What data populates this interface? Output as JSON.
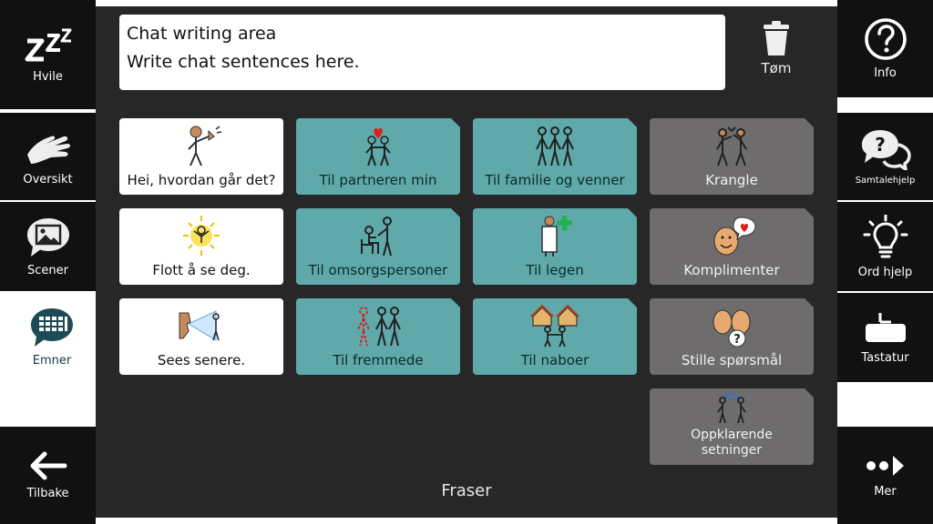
{
  "left_nav": [
    {
      "id": "hvile",
      "label": "Hvile",
      "icon": "sleep-zzz-icon"
    },
    {
      "id": "oversikt",
      "label": "Oversikt",
      "icon": "hand-icon"
    },
    {
      "id": "scener",
      "label": "Scener",
      "icon": "scene-image-icon"
    },
    {
      "id": "emner",
      "label": "Emner",
      "icon": "keyboard-bubble-icon",
      "active": true
    }
  ],
  "back": {
    "label": "Tilbake",
    "icon": "arrow-left-icon"
  },
  "right_nav": [
    {
      "id": "info",
      "label": "Info",
      "icon": "question-circle-icon"
    },
    {
      "id": "samtalehjelp",
      "label": "Samtalehjelp",
      "icon": "chat-question-icon"
    },
    {
      "id": "ordhjelp",
      "label": "Ord hjelp",
      "icon": "lightbulb-icon"
    },
    {
      "id": "tastatur",
      "label": "Tastatur",
      "icon": "keyboard-icon"
    }
  ],
  "more": {
    "label": "Mer",
    "icon": "more-arrow-icon"
  },
  "chat": {
    "line1": "Chat writing area",
    "line2": "Write chat sentences here."
  },
  "clear": {
    "label": "Tøm",
    "icon": "trash-icon"
  },
  "tiles": [
    {
      "label": "Hei, hvordan går det?",
      "style": "white",
      "icon": "waving-person-icon"
    },
    {
      "label": "Til partneren min",
      "style": "teal",
      "icon": "couple-heart-icon"
    },
    {
      "label": "Til familie og venner",
      "style": "teal",
      "icon": "group-people-icon"
    },
    {
      "label": "Krangle",
      "style": "gray",
      "icon": "arguing-people-icon"
    },
    {
      "label": "Flott å se deg.",
      "style": "white",
      "icon": "happy-shine-icon"
    },
    {
      "label": "Til  omsorgspersoner",
      "style": "teal",
      "icon": "caregiver-icon"
    },
    {
      "label": "Til legen",
      "style": "teal",
      "icon": "doctor-icon"
    },
    {
      "label": "Komplimenter",
      "style": "gray",
      "icon": "compliment-heart-icon"
    },
    {
      "label": "Sees senere.",
      "style": "white",
      "icon": "look-person-icon"
    },
    {
      "label": "Til fremmede",
      "style": "teal",
      "icon": "stranger-people-icon"
    },
    {
      "label": "Til naboer",
      "style": "teal",
      "icon": "neighbour-houses-icon"
    },
    {
      "label": "Stille spørsmål",
      "style": "gray",
      "icon": "ask-question-icon"
    },
    {
      "label1": "Oppklarende",
      "label2": "setninger",
      "style": "gray",
      "icon": "clarify-people-icon"
    }
  ],
  "page_title": "Fraser"
}
